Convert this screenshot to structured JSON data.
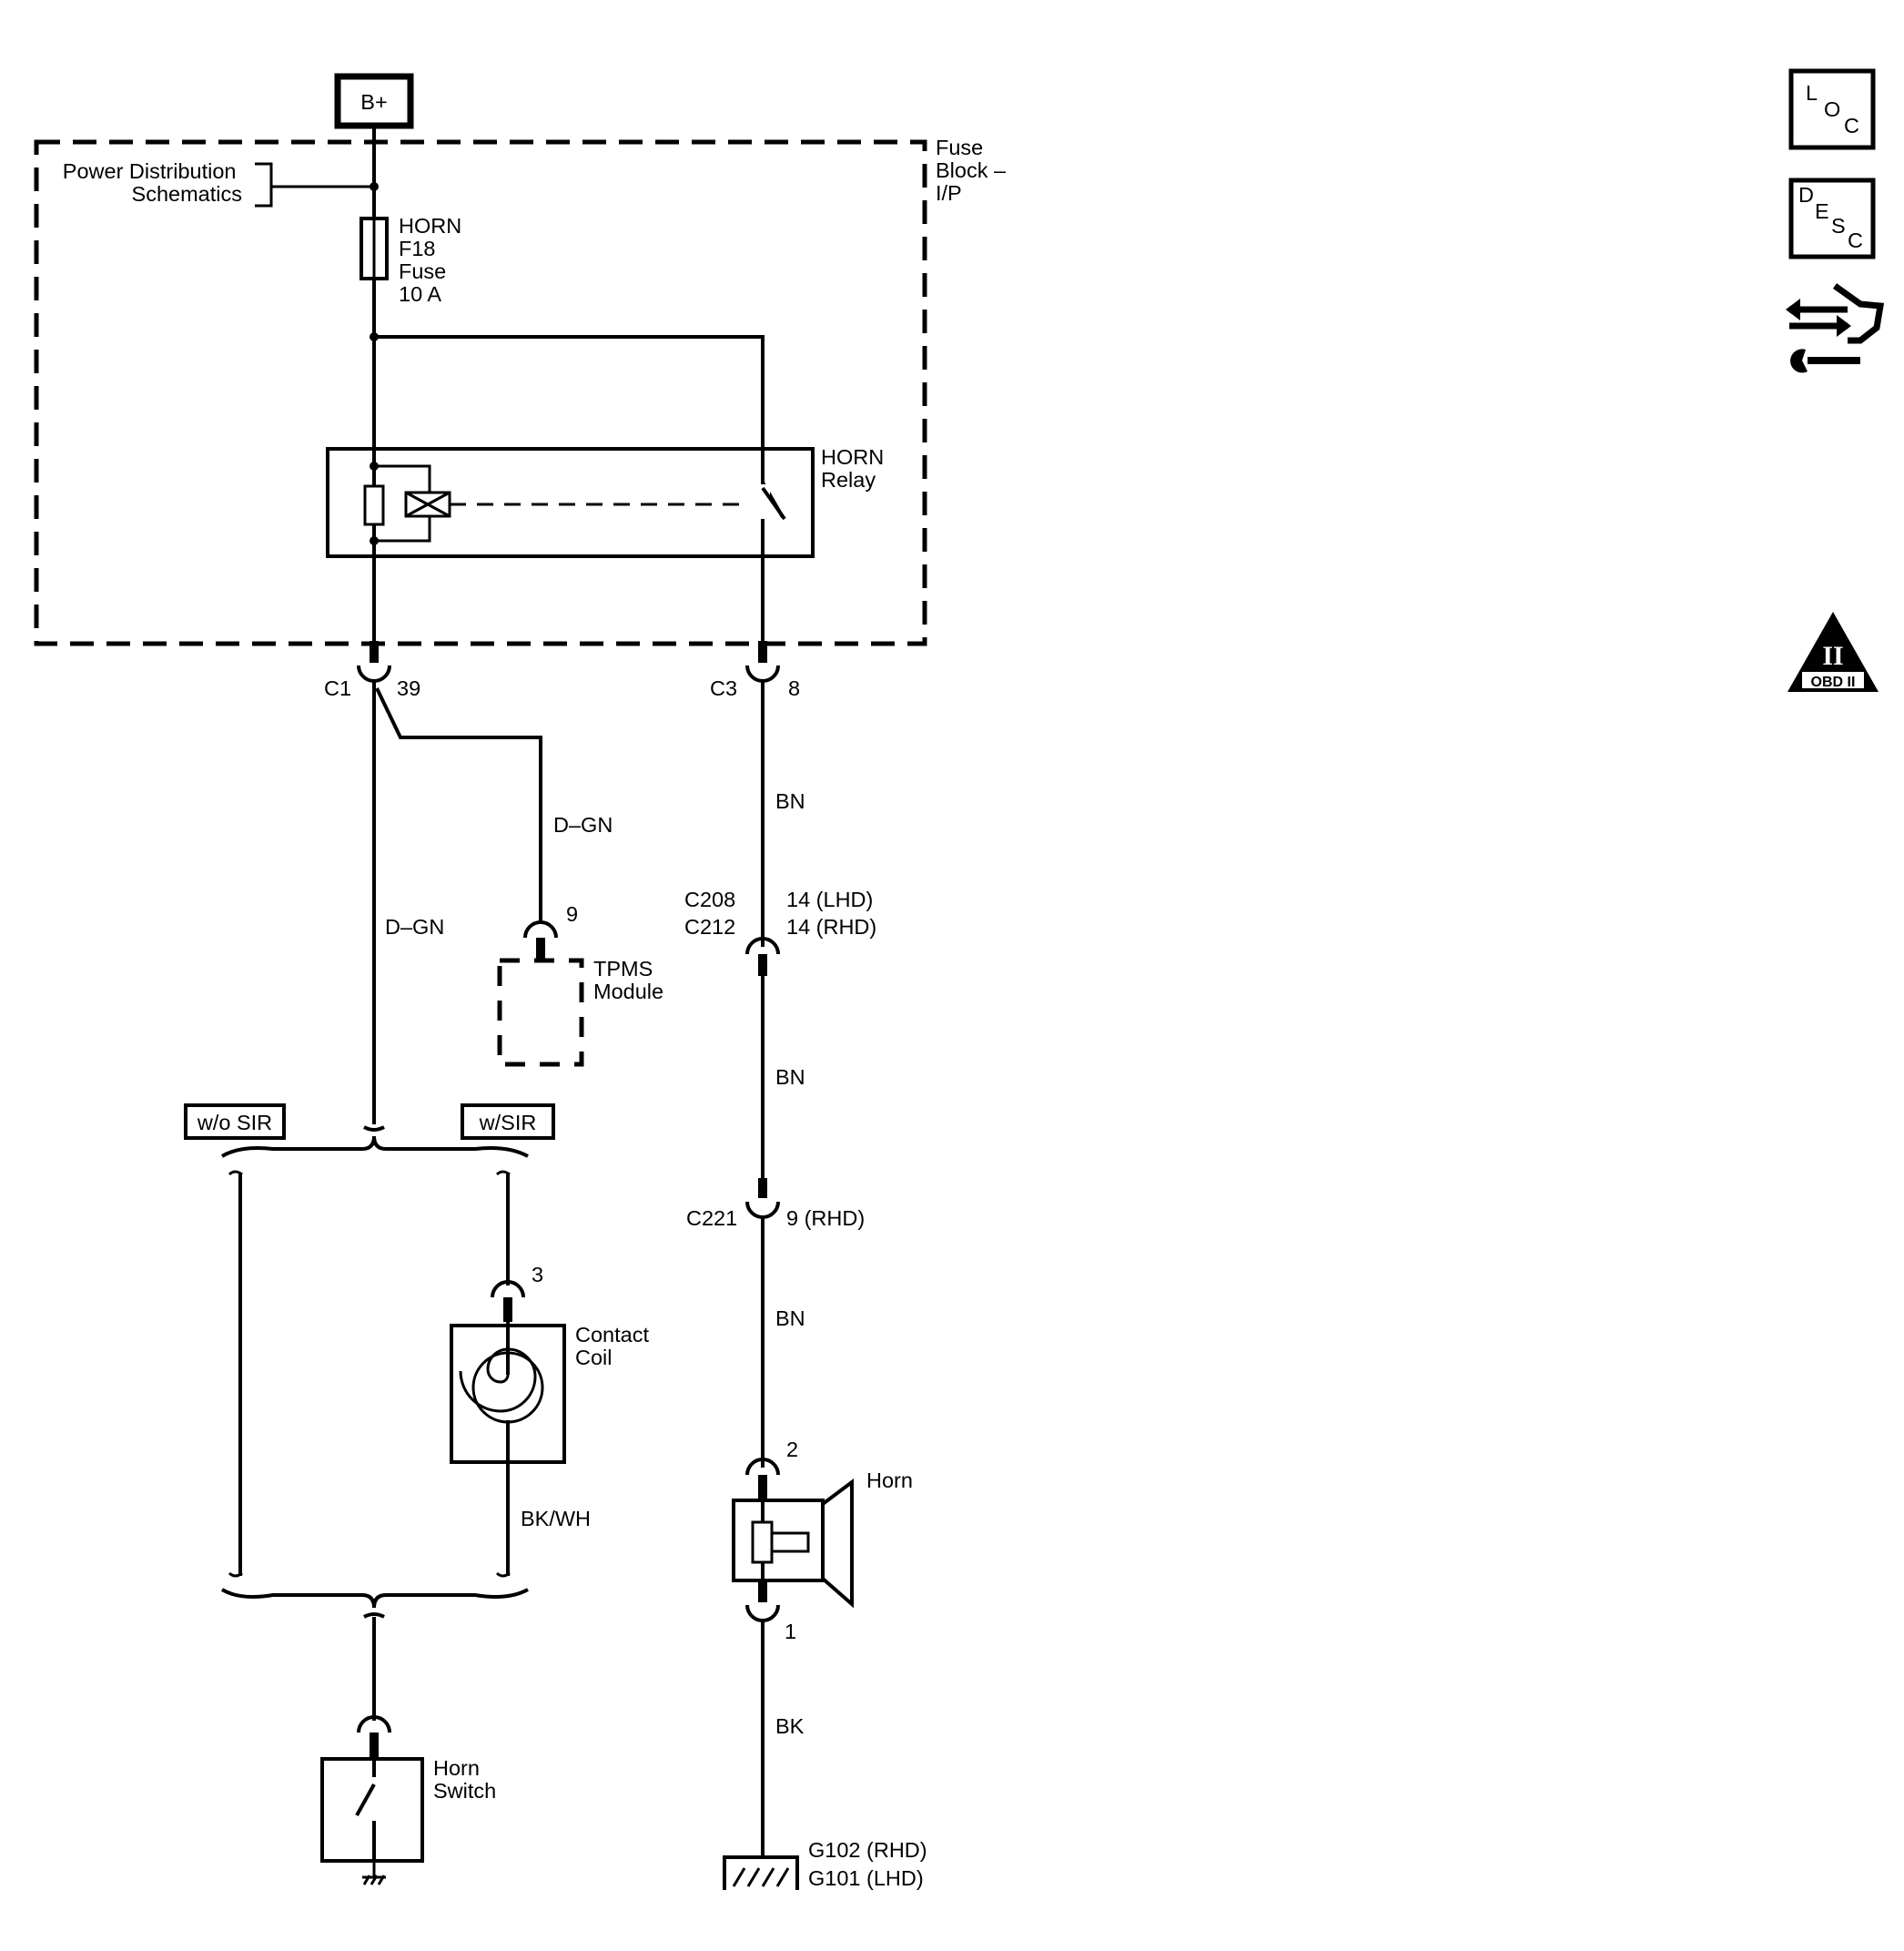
{
  "power_source": {
    "label": "B+"
  },
  "fuse_block": {
    "label_lines": [
      "Fuse",
      "Block –",
      "I/P"
    ]
  },
  "power_distribution": {
    "label_lines": [
      "Power Distribution",
      "Schematics"
    ]
  },
  "fuse": {
    "label_lines": [
      "HORN",
      "F18",
      "Fuse",
      "10 A"
    ]
  },
  "relay": {
    "label_lines": [
      "HORN",
      "Relay"
    ]
  },
  "connectors": {
    "c1": {
      "name": "C1",
      "pin": "39"
    },
    "c3": {
      "name": "C3",
      "pin": "8"
    },
    "c208": {
      "name": "C208",
      "pin": "14 (LHD)"
    },
    "c212": {
      "name": "C212",
      "pin": "14 (RHD)"
    },
    "c221": {
      "name": "C221",
      "pin": "9 (RHD)"
    },
    "tpms_pin": "9",
    "contact_coil_pin": "3",
    "horn_pin_top": "2",
    "horn_pin_bottom": "1"
  },
  "wires": {
    "dgn_tpms": "D–GN",
    "dgn_main": "D–GN",
    "bn_1": "BN",
    "bn_2": "BN",
    "bn_3": "BN",
    "bkwh": "BK/WH",
    "bk": "BK"
  },
  "tpms": {
    "label_lines": [
      "TPMS",
      "Module"
    ]
  },
  "options": {
    "without_sir": "w/o SIR",
    "with_sir": "w/SIR"
  },
  "contact_coil": {
    "label_lines": [
      "Contact",
      "Coil"
    ]
  },
  "horn": {
    "label": "Horn"
  },
  "horn_switch": {
    "label_lines": [
      "Horn",
      "Switch"
    ]
  },
  "grounds": {
    "line1": "G102 (RHD)",
    "line2": "G101 (LHD)"
  },
  "side_icons": {
    "loc": [
      "L",
      "O",
      "C"
    ],
    "desc": [
      "D",
      "E",
      "S",
      "C"
    ],
    "obd": {
      "roman": "II",
      "label": "OBD II"
    },
    "connector_tool_icon": "connector-wrench-icon"
  }
}
